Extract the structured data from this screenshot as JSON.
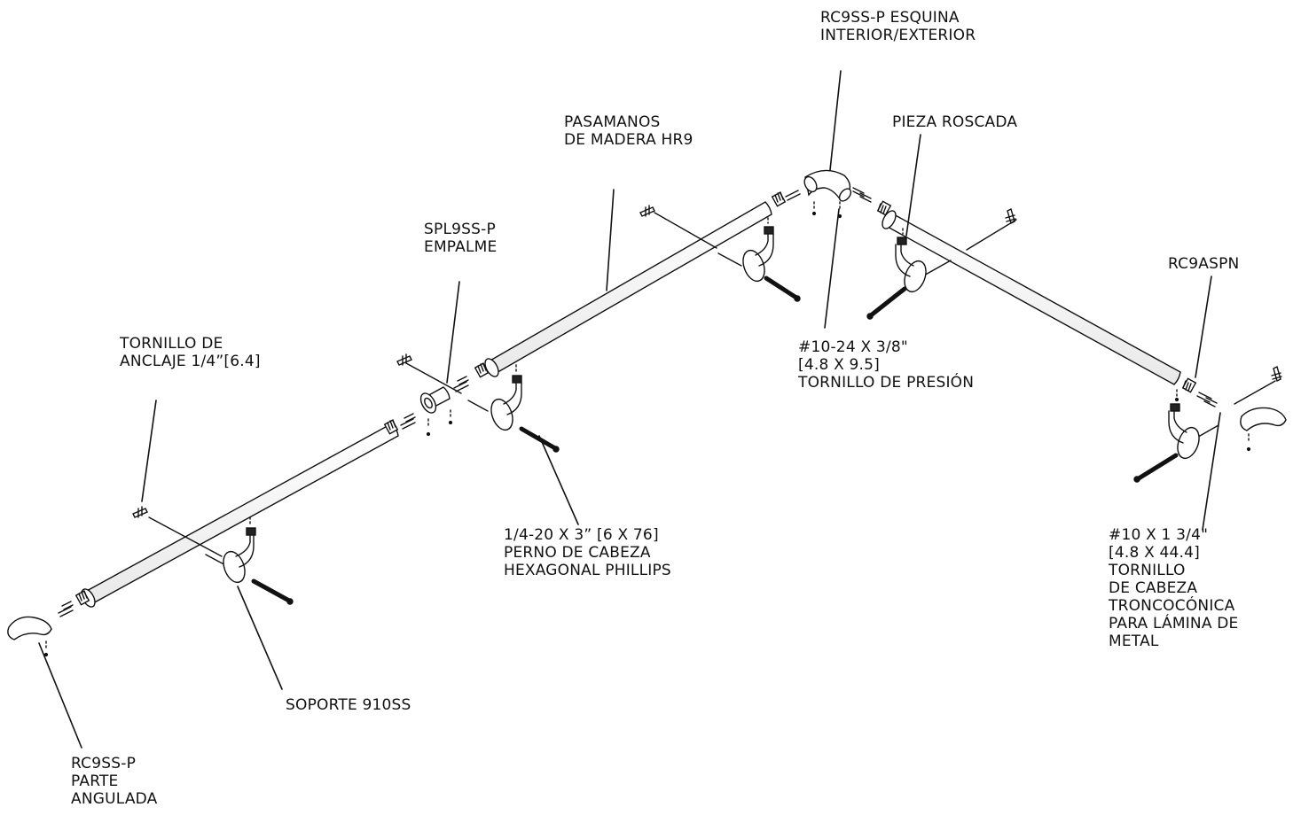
{
  "labels": {
    "corner": {
      "lines": [
        "RC9SS-P ESQUINA",
        "INTERIOR/EXTERIOR"
      ]
    },
    "handrail": {
      "lines": [
        "PASAMANOS",
        "DE MADERA HR9"
      ]
    },
    "threaded_piece": {
      "lines": [
        "PIEZA ROSCADA"
      ]
    },
    "splice": {
      "lines": [
        "SPL9SS-P",
        "EMPALME"
      ]
    },
    "return_cap": {
      "lines": [
        "RC9ASPN"
      ]
    },
    "anchor_screw": {
      "lines": [
        "TORNILLO DE",
        "ANCLAJE 1/4”[6.4]"
      ]
    },
    "set_screw": {
      "lines": [
        "#10-24 X 3/8\"",
        "[4.8 X 9.5]",
        "TORNILLO DE PRESIÓN"
      ]
    },
    "hex_bolt": {
      "lines": [
        "1/4-20 X 3” [6 X 76]",
        "PERNO DE CABEZA",
        "HEXAGONAL PHILLIPS"
      ]
    },
    "sheet_metal_screw": {
      "lines": [
        "#10 X 1 3/4\"",
        "[4.8 X 44.4]",
        "TORNILLO",
        "DE CABEZA",
        "TRONCOCÓNICA",
        "PARA LÁMINA DE",
        "METAL"
      ]
    },
    "bracket": {
      "lines": [
        "SOPORTE 910SS"
      ]
    },
    "angled_end": {
      "lines": [
        "RC9SS-P",
        "PARTE",
        "ANGULADA"
      ]
    }
  }
}
